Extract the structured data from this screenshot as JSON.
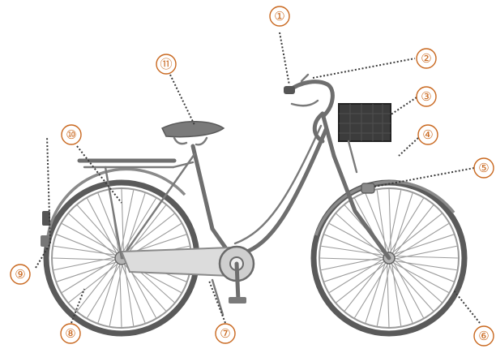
{
  "diagram": {
    "callouts": [
      {
        "id": 1,
        "label": "①"
      },
      {
        "id": 2,
        "label": "②"
      },
      {
        "id": 3,
        "label": "③"
      },
      {
        "id": 4,
        "label": "④"
      },
      {
        "id": 5,
        "label": "⑤"
      },
      {
        "id": 6,
        "label": "⑥"
      },
      {
        "id": 7,
        "label": "⑦"
      },
      {
        "id": 8,
        "label": "⑧"
      },
      {
        "id": 9,
        "label": "⑨"
      },
      {
        "id": 10,
        "label": "⑩"
      },
      {
        "id": 11,
        "label": "⑪"
      }
    ],
    "colors": {
      "callout": "#c9681f",
      "frame": "#6e6e6e",
      "basket": "#3c3c3c"
    },
    "icons": {
      "bicycle": "city-bicycle-illustration"
    }
  }
}
